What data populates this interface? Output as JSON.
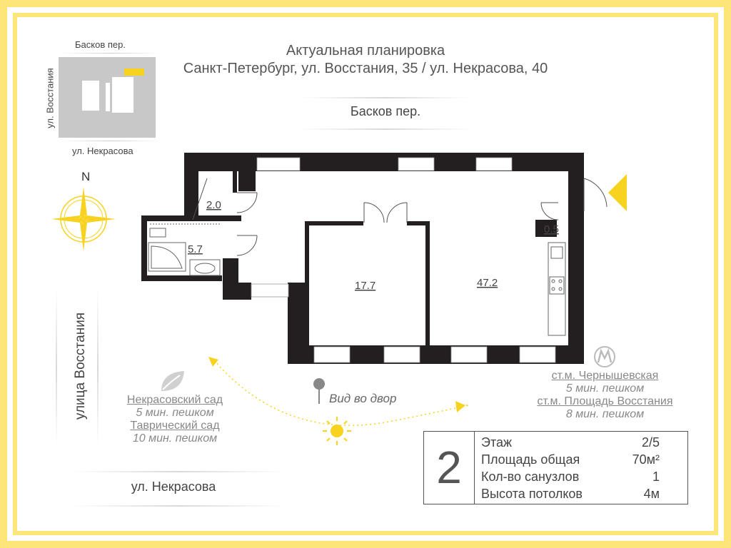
{
  "header": {
    "title_line1": "Актуальная планировка",
    "title_line2": "Санкт-Петербург, ул. Восстания, 35 / ул. Некрасова, 40"
  },
  "minimap": {
    "top_street": "Басков пер.",
    "left_street": "ул. Восстания",
    "bottom_street": "ул. Некрасова"
  },
  "compass": {
    "north_label": "N"
  },
  "streets": {
    "top": "Басков пер.",
    "left": "улица Восстания",
    "bottom": "ул. Некрасова"
  },
  "rooms": [
    {
      "id": "room-2-0",
      "label": "2.0"
    },
    {
      "id": "room-5-7",
      "label": "5.7"
    },
    {
      "id": "room-17-7",
      "label": "17.7"
    },
    {
      "id": "room-47-2",
      "label": "47.2"
    },
    {
      "id": "room-0-5",
      "label": "0.5"
    }
  ],
  "parks": {
    "line1": "Некрасовский сад",
    "line2": "5 мин. пешком",
    "line3": "Таврический сад",
    "line4": "10 мин. пешком"
  },
  "yard_view": {
    "label": "Вид во двор"
  },
  "metro": {
    "line1": "ст.м. Чернышевская",
    "line2": "5 мин. пешком",
    "line3": "ст.м. Площадь Восстания",
    "line4": "8 мин. пешком"
  },
  "info": {
    "floor_big": "2",
    "rows": [
      {
        "label": "Этаж",
        "value": "2/5"
      },
      {
        "label": "Площадь общая",
        "value": "70м²"
      },
      {
        "label": "Кол-во санузлов",
        "value": "1"
      },
      {
        "label": "Высота потолков",
        "value": "4м"
      }
    ]
  },
  "colors": {
    "accent_yellow": "#fde57a",
    "sun_yellow": "#f7d21e",
    "wall": "#231f20"
  }
}
